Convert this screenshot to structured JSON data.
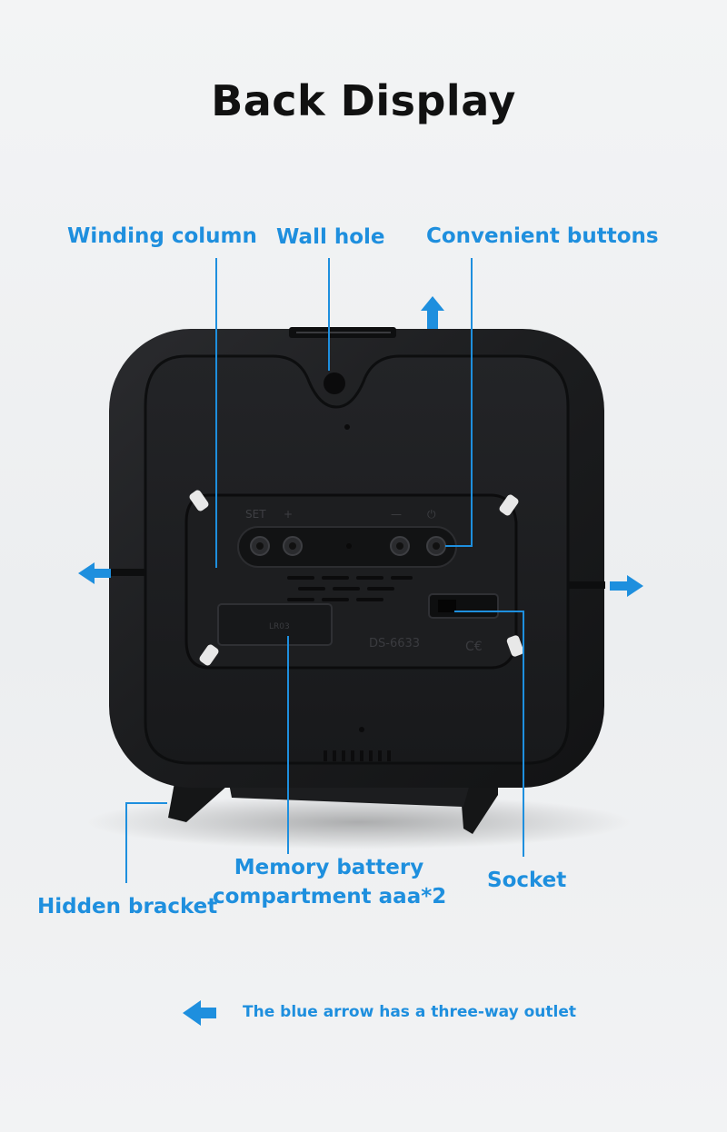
{
  "title": "Back Display",
  "labels": {
    "winding_column": "Winding column",
    "wall_hole": "Wall hole",
    "convenient_buttons": "Convenient buttons",
    "memory_battery_line1": "Memory battery",
    "memory_battery_line2": "compartment aaa*2",
    "socket": "Socket",
    "hidden_bracket": "Hidden bracket"
  },
  "legend_note": "The blue arrow has a three-way outlet",
  "device": {
    "button_labels": [
      "SET",
      "+",
      "—",
      "⏻"
    ],
    "battery_marking": "LR03",
    "model": "DS-6633"
  },
  "colors": {
    "accent": "#1e8fde",
    "device_body": "#1a1b1d",
    "background": "#eef0f2"
  },
  "icons": {
    "direction_arrows": "arrow-icon",
    "legend_arrow": "arrow-left-icon"
  }
}
